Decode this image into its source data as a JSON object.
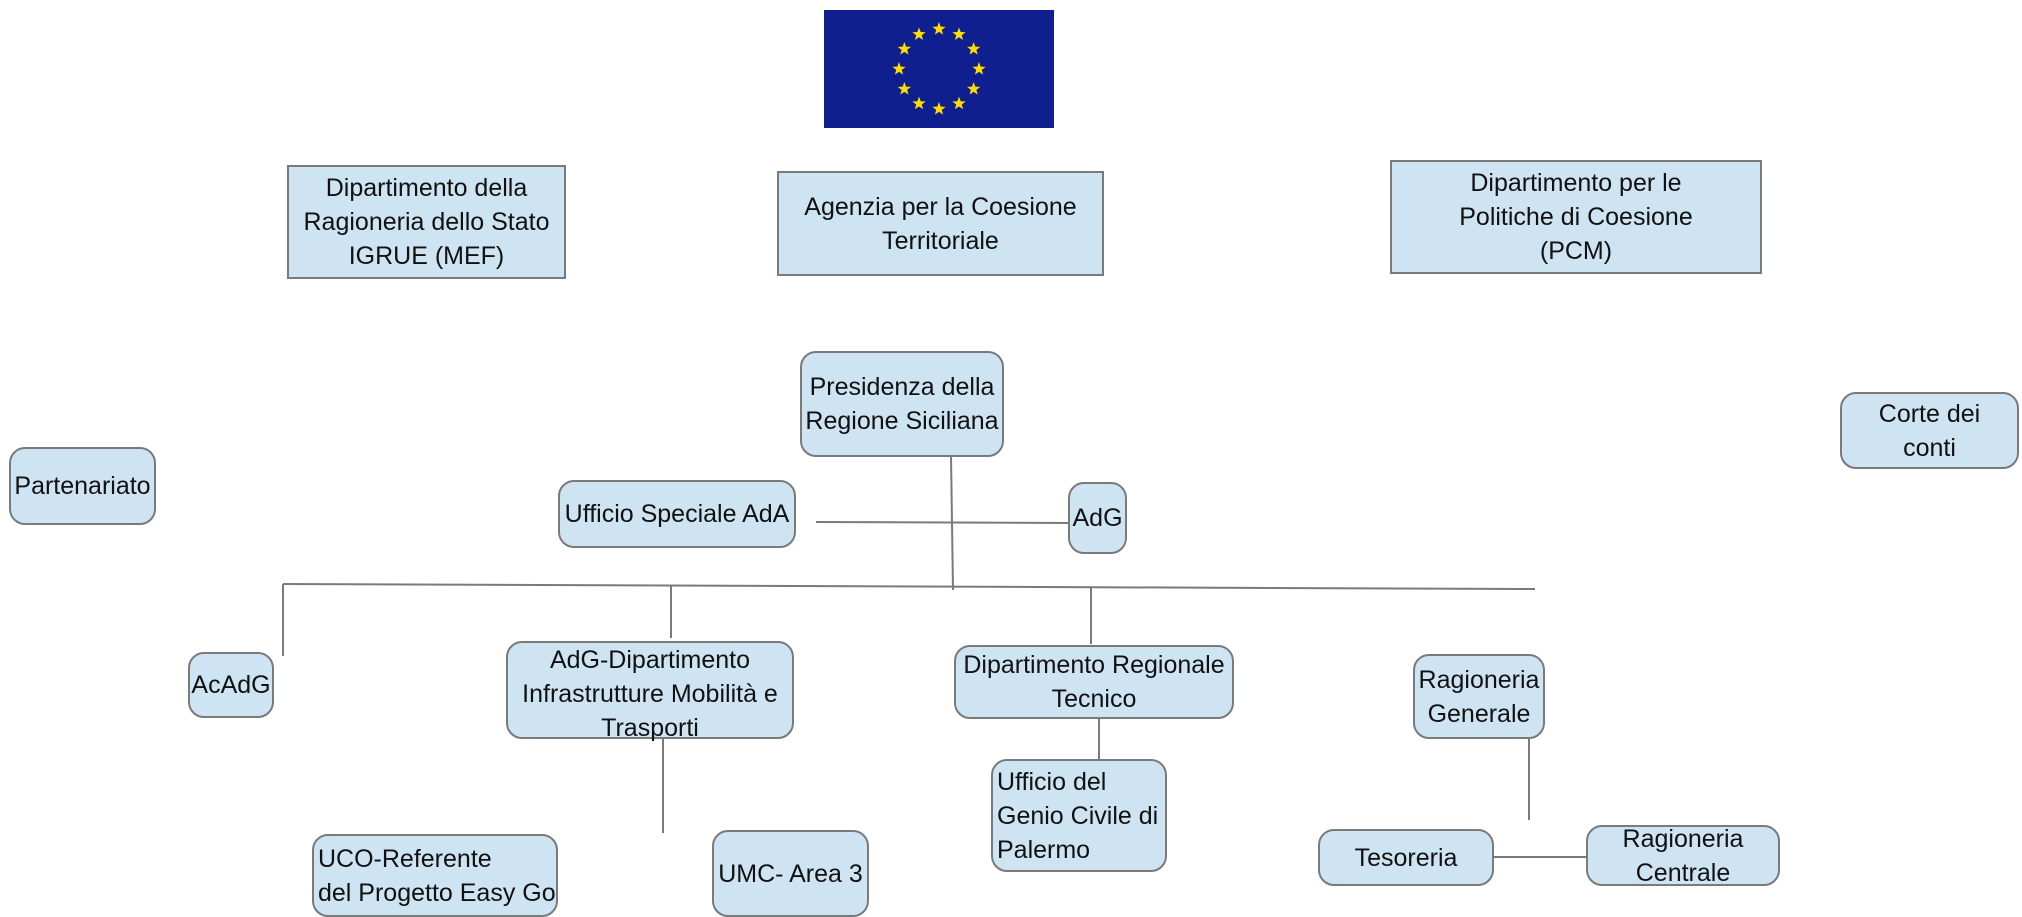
{
  "flag": {
    "name": "eu-flag",
    "colors": {
      "field": "#0f1f8f",
      "stars": "#ffdd00"
    }
  },
  "colors": {
    "box_fill": "#cfe4f3",
    "box_border": "#7a7a7a",
    "connector": "#7a7a7a"
  },
  "nodes": {
    "igrue": "Dipartimento della\nRagioneria dello Stato\nIGRUE (MEF)",
    "agenzia": "Agenzia per la Coesione\nTerritoriale",
    "dpc": "Dipartimento per le\nPolitiche di Coesione\n(PCM)",
    "presidenza": "Presidenza della\nRegione Siciliana",
    "corte": "Corte dei\nconti",
    "partenariato": "Partenariato",
    "ada": "Ufficio Speciale AdA",
    "adg": "AdG",
    "acadg": "AcAdG",
    "adg_dip": "AdG-Dipartimento\nInfrastrutture Mobilità e\nTrasporti",
    "dip_tecnico": "Dipartimento Regionale\nTecnico",
    "rag_generale": "Ragioneria\nGenerale",
    "genio_civile": "Ufficio del\nGenio Civile di\nPalermo",
    "uco": "UCO-Referente\ndel Progetto Easy Go",
    "umc": "UMC- Area 3",
    "tesoreria": "Tesoreria",
    "rag_centrale": "Ragioneria\nCentrale"
  }
}
